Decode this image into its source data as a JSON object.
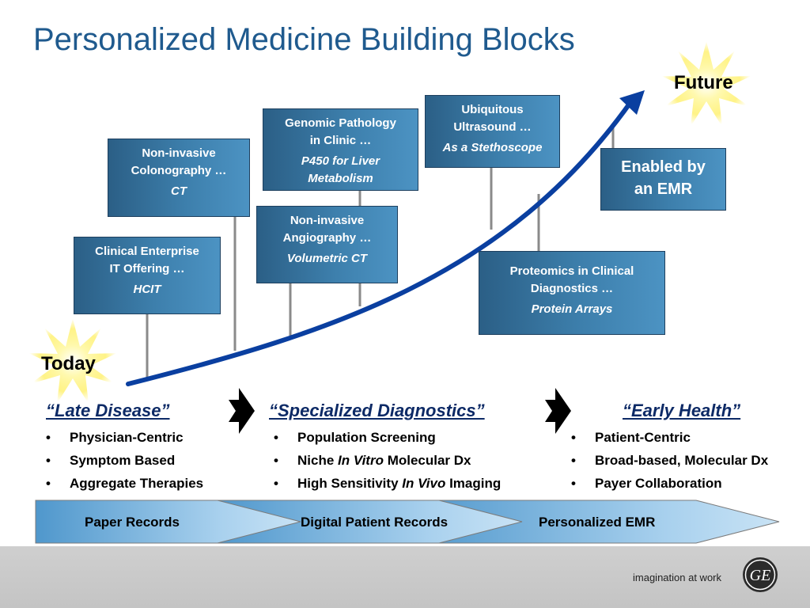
{
  "title": "Personalized Medicine Building Blocks",
  "labels": {
    "today": "Today",
    "future": "Future"
  },
  "boxes": {
    "clinical": {
      "line1": "Clinical Enterprise",
      "line2": "IT Offering …",
      "sub": "HCIT"
    },
    "colono": {
      "line1": "Non-invasive",
      "line2": "Colonography …",
      "sub": "CT"
    },
    "genomic": {
      "line1": "Genomic Pathology",
      "line2": "in Clinic …",
      "sub1": "P450 for Liver",
      "sub2": "Metabolism"
    },
    "angio": {
      "line1": "Non-invasive",
      "line2": "Angiography …",
      "sub": "Volumetric CT"
    },
    "ultra": {
      "line1": "Ubiquitous",
      "line2": "Ultrasound …",
      "sub": "As a Stethoscope"
    },
    "emr": {
      "line1": "Enabled by",
      "line2": "an EMR"
    },
    "proteo": {
      "line1": "Proteomics in Clinical",
      "line2": "Diagnostics …",
      "sub": "Protein Arrays"
    }
  },
  "phases": [
    {
      "title": "“Late Disease”",
      "bullets": [
        "Physician-Centric",
        "Symptom Based",
        "Aggregate Therapies"
      ]
    },
    {
      "title": "“Specialized Diagnostics”",
      "bullets": [
        "Population Screening",
        "Niche ",
        "In Vitro",
        " Molecular Dx",
        "High Sensitivity ",
        "In Vivo",
        " Imaging"
      ]
    },
    {
      "title": "“Early Health”",
      "bullets": [
        "Patient-Centric",
        "Broad-based, Molecular Dx",
        "Payer Collaboration"
      ]
    }
  ],
  "chevrons": [
    "Paper Records",
    "Digital Patient Records",
    "Personalized EMR"
  ],
  "footer": {
    "tagline": "imagination at work",
    "logo_text": "GE"
  },
  "colors": {
    "title": "#1f5a8e",
    "box": "#3d7fac",
    "curve": "#0a3fa0",
    "phase": "#0d2a66",
    "chevron": "#8fc1e3",
    "footer": "#c8c8c8",
    "burst": "#fff27a"
  }
}
